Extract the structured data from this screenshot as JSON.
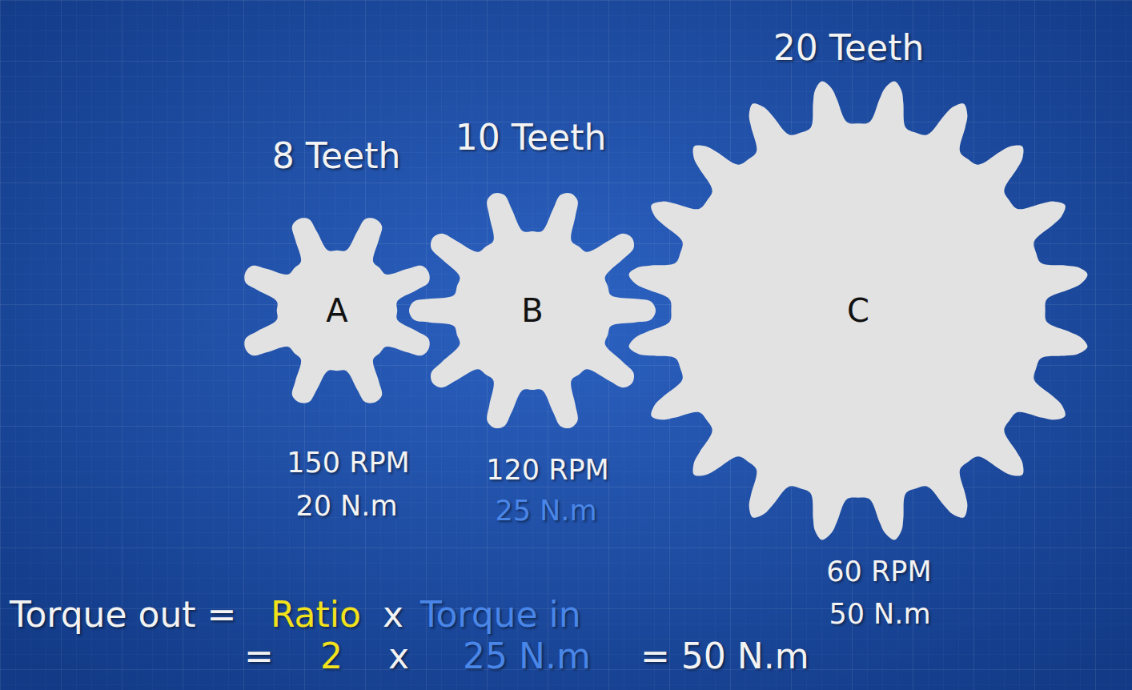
{
  "diagram": {
    "nodes": [
      {
        "text": [
          "8 Teeth",
          "A",
          "150 RPM",
          "20 N.m"
        ]
      },
      {
        "text": [
          "10 Teeth",
          "B",
          "120 RPM",
          "25 N.m"
        ]
      },
      {
        "text": [
          "20 Teeth",
          "C",
          "60 RPM",
          "50 N.m"
        ]
      }
    ],
    "labels": [
      "Torque out =",
      "Ratio",
      "x",
      "Torque in",
      "=",
      "2",
      "x",
      "25 N.m",
      "= 50 N.m"
    ]
  }
}
